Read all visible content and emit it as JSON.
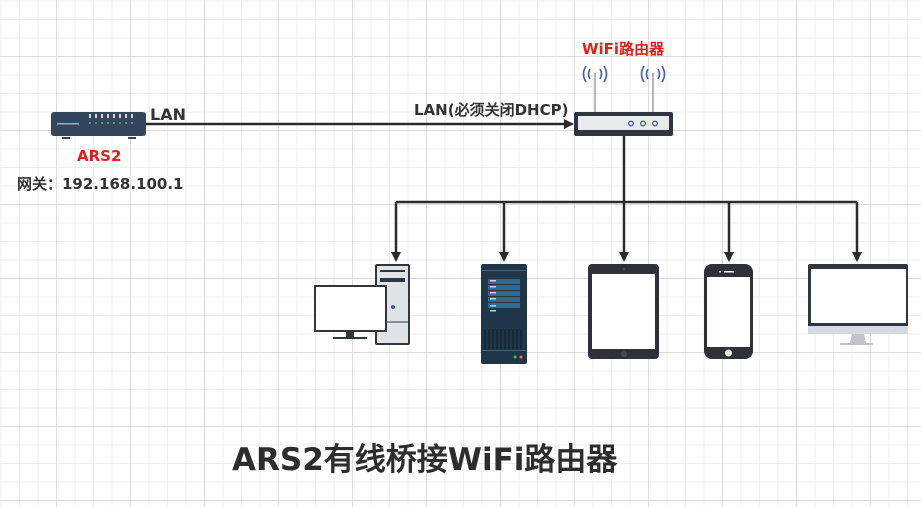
{
  "title": "ARS2有线桥接WiFi路由器",
  "nodes": {
    "ars2": {
      "name": "ARS2",
      "gateway_label": "网关：192.168.100.1",
      "port_label": "LAN",
      "icon": "switch-icon"
    },
    "router": {
      "name": "WiFi路由器",
      "port_label": "LAN(必须关闭DHCP)",
      "icon": "wifi-router-icon"
    }
  },
  "clients": [
    {
      "type": "desktop-pc",
      "icon": "desktop-pc-icon"
    },
    {
      "type": "server",
      "icon": "server-icon"
    },
    {
      "type": "tablet",
      "icon": "tablet-icon"
    },
    {
      "type": "smartphone",
      "icon": "smartphone-icon"
    },
    {
      "type": "monitor",
      "icon": "monitor-icon"
    }
  ],
  "colors": {
    "highlight": "#e0201b",
    "text": "#333333",
    "device": "#2f3640",
    "switch": "#33475b",
    "wifi_signal": "#3a5fb0"
  }
}
